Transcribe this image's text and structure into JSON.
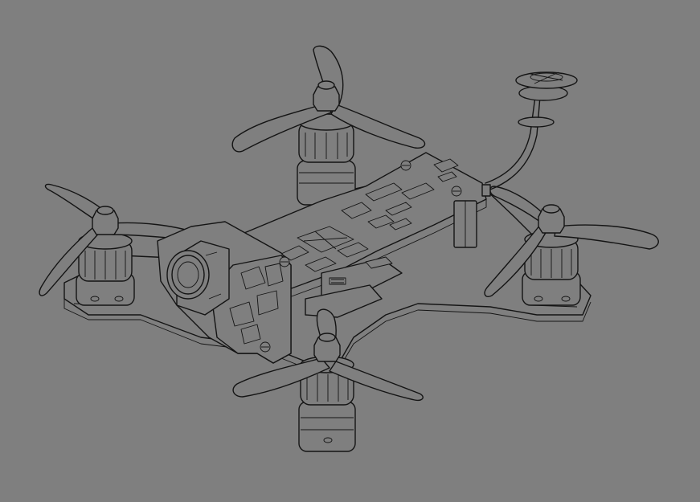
{
  "background_color": "#7f7f7f",
  "line_color": "#141414",
  "motors": [
    {
      "id": "rear"
    },
    {
      "id": "left"
    },
    {
      "id": "right"
    },
    {
      "id": "front"
    }
  ]
}
